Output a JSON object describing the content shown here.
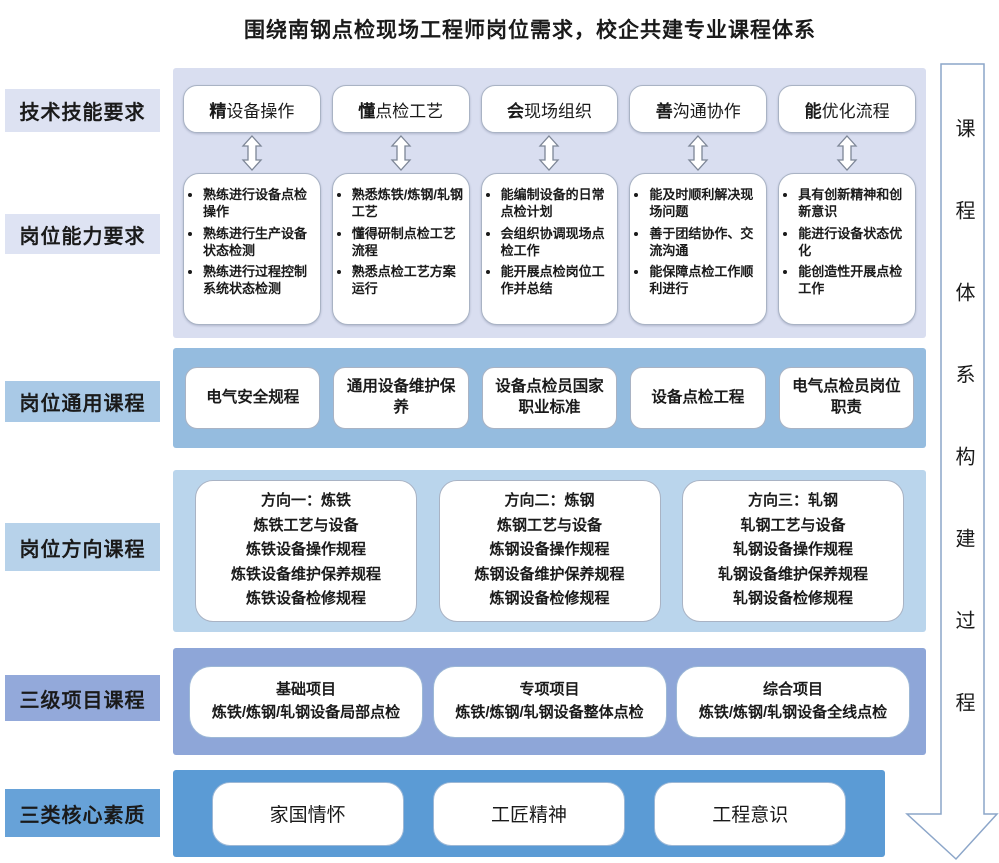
{
  "title": "围绕南钢点检现场工程师岗位需求，校企共建专业课程体系",
  "side_labels": {
    "skills": "技术技能要求",
    "abilities": "岗位能力要求",
    "general": "岗位通用课程",
    "direction": "岗位方向课程",
    "project": "三级项目课程",
    "quality": "三类核心素质"
  },
  "skills": [
    "精设备操作",
    "懂点检工艺",
    "会现场组织",
    "善沟通协作",
    "能优化流程"
  ],
  "abilities": [
    {
      "items": [
        "熟练进行设备点检操作",
        "熟练进行生产设备状态检测",
        "熟练进行过程控制系统状态检测"
      ]
    },
    {
      "items": [
        "熟悉炼铁/炼钢/轧钢工艺",
        "懂得研制点检工艺流程",
        "熟悉点检工艺方案运行"
      ]
    },
    {
      "items": [
        "能编制设备的日常点检计划",
        "会组织协调现场点检工作",
        "能开展点检岗位工作并总结"
      ]
    },
    {
      "items": [
        "能及时顺利解决现场问题",
        "善于团结协作、交流沟通",
        "能保障点检工作顺利进行"
      ]
    },
    {
      "items": [
        "具有创新精神和创新意识",
        "能进行设备状态优化",
        "能创造性开展点检工作"
      ]
    }
  ],
  "general_courses": [
    "电气安全规程",
    "通用设备维护保养",
    "设备点检员国家职业标准",
    "设备点检工程",
    "电气点检员岗位职责"
  ],
  "direction_courses": [
    {
      "title": "方向一：炼铁",
      "items": [
        "炼铁工艺与设备",
        "炼铁设备操作规程",
        "炼铁设备维护保养规程",
        "炼铁设备检修规程"
      ]
    },
    {
      "title": "方向二：炼钢",
      "items": [
        "炼钢工艺与设备",
        "炼钢设备操作规程",
        "炼钢设备维护保养规程",
        "炼钢设备检修规程"
      ]
    },
    {
      "title": "方向三：轧钢",
      "items": [
        "轧钢工艺与设备",
        "轧钢设备操作规程",
        "轧钢设备维护保养规程",
        "轧钢设备检修规程"
      ]
    }
  ],
  "project_courses": [
    {
      "title": "基础项目",
      "desc": "炼铁/炼钢/轧钢设备局部点检"
    },
    {
      "title": "专项项目",
      "desc": "炼铁/炼钢/轧钢设备整体点检"
    },
    {
      "title": "综合项目",
      "desc": "炼铁/炼钢/轧钢设备全线点检"
    }
  ],
  "core_qualities": [
    "家国情怀",
    "工匠精神",
    "工程意识"
  ],
  "banner": "课程体系构建过程",
  "colors": {
    "section_requirements": "#d9def0",
    "section_general": "#95bcdf",
    "section_direction": "#bad5ec",
    "section_project": "#8ea6d8",
    "section_quality": "#5b9bd5",
    "label_light": "#dde2f2",
    "box_border": "#a9b3c4",
    "arrow_border": "#8ca6c9"
  }
}
